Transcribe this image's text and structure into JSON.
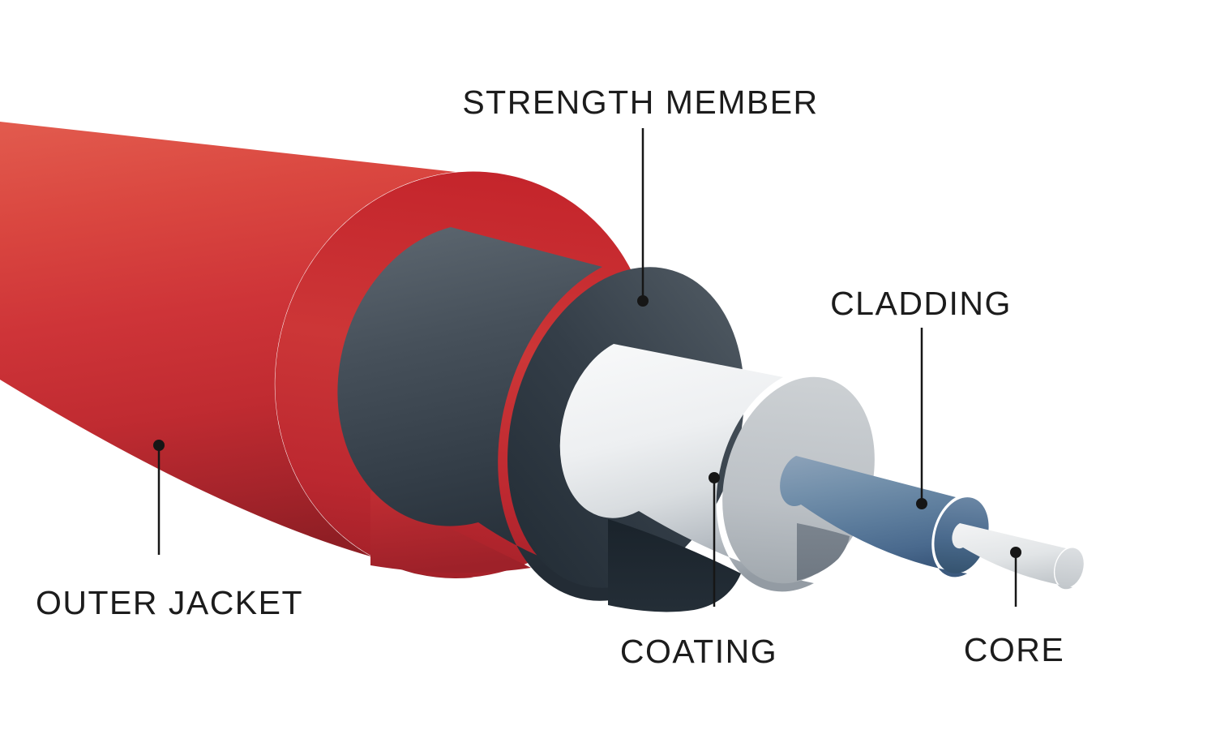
{
  "diagram": {
    "type": "fiber-optic-cable-cutaway",
    "background": "#FFFFFF",
    "text_color": "#1C1C1C",
    "leader_line_color": "#161616",
    "layers": [
      {
        "id": "outer-jacket",
        "label": "OUTER JACKET",
        "color": "#C62D32"
      },
      {
        "id": "strength-member",
        "label": "STRENGTH MEMBER",
        "color": "#39434D"
      },
      {
        "id": "coating",
        "label": "COATING",
        "color": "#E9EBED"
      },
      {
        "id": "cladding",
        "label": "CLADDING",
        "color": "#5C7C9C"
      },
      {
        "id": "core",
        "label": "CORE",
        "color": "#E0E3E5"
      }
    ]
  }
}
